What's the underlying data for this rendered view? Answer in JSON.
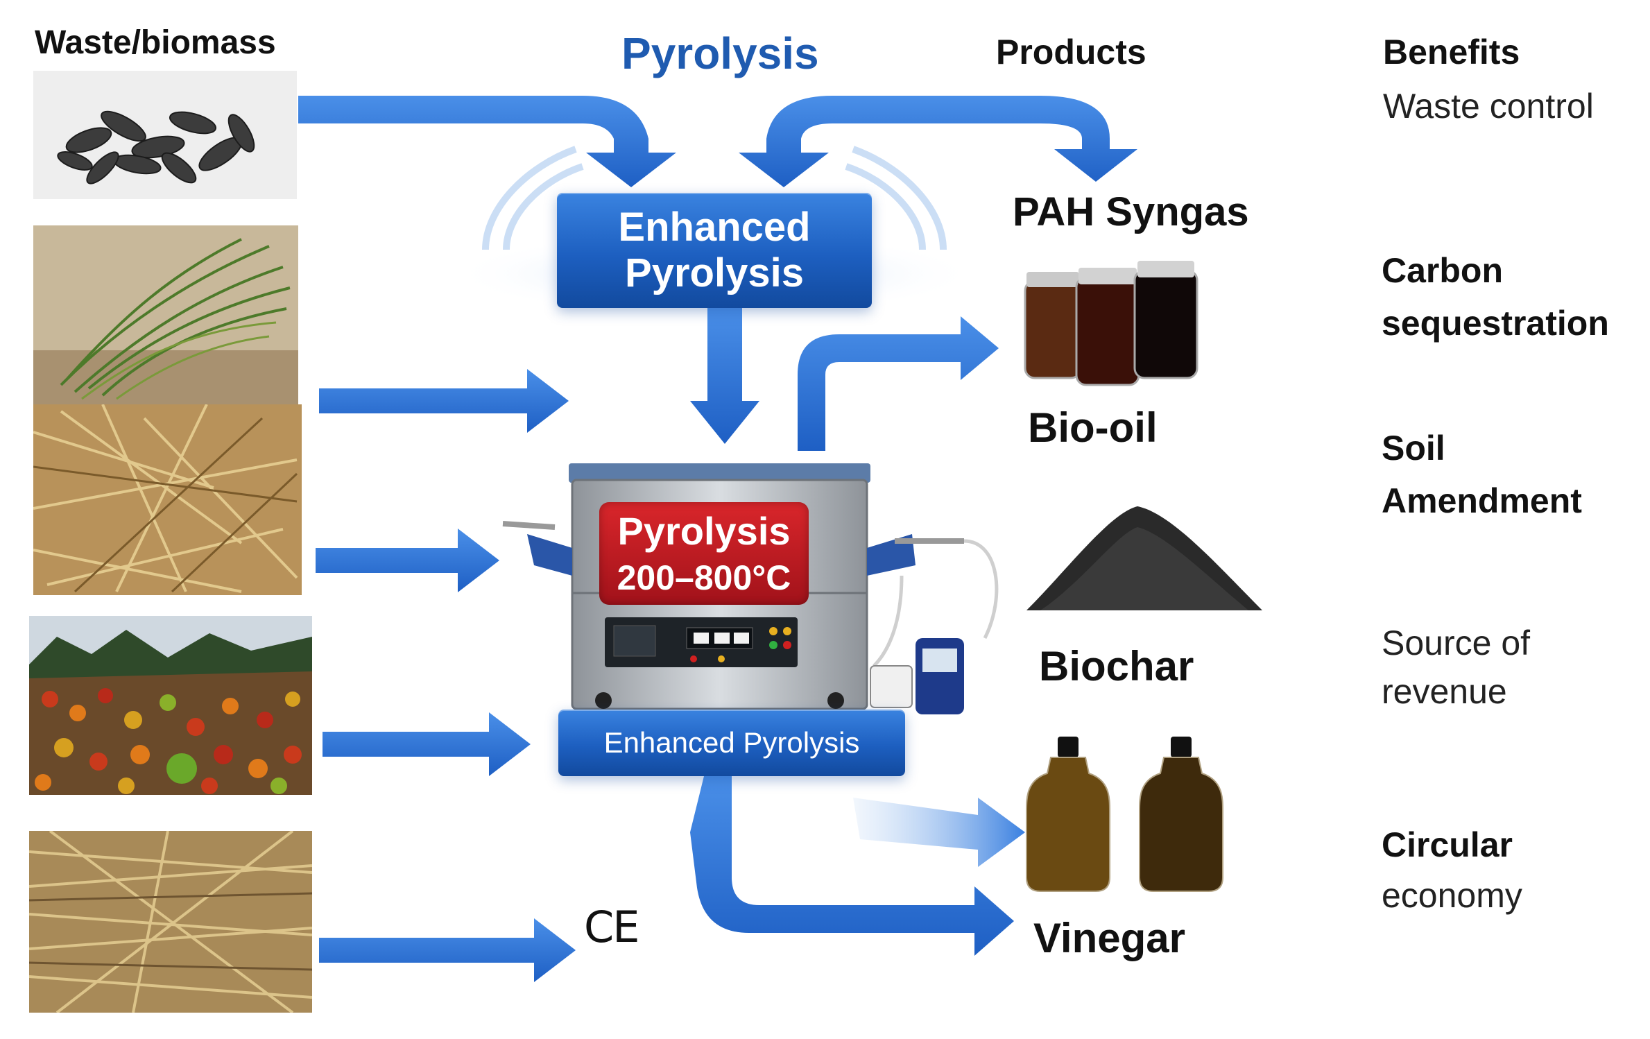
{
  "headers": {
    "waste": "Waste/biomass",
    "pyrolysis": "Pyrolysis",
    "products": "Products",
    "benefits": "Benefits"
  },
  "process": {
    "top_box_line1": "Enhanced",
    "top_box_line2": "Pyrolysis",
    "furnace_line1": "Pyrolysis",
    "furnace_line2": "200–800°C",
    "bottom_box": "Enhanced Pyrolysis",
    "ce_mark": "CE"
  },
  "products": [
    "PAH Syngas",
    "Bio-oil",
    "Biochar",
    "Vinegar"
  ],
  "benefits": [
    {
      "line1": "Waste control",
      "line2": "",
      "bold": false
    },
    {
      "line1": "Carbon",
      "line2": "sequestration",
      "bold": true
    },
    {
      "line1": "Soil",
      "line2": "Amendment",
      "bold": true
    },
    {
      "line1": "Source of",
      "line2": "revenue",
      "bold": false
    },
    {
      "line1": "Circular",
      "line2": "economy",
      "bold": "first"
    }
  ],
  "colors": {
    "arrow": "#2a6fd0",
    "box": "#1d5fc0",
    "title": "#1f5bb0",
    "furnace_label": "#c01c24"
  }
}
